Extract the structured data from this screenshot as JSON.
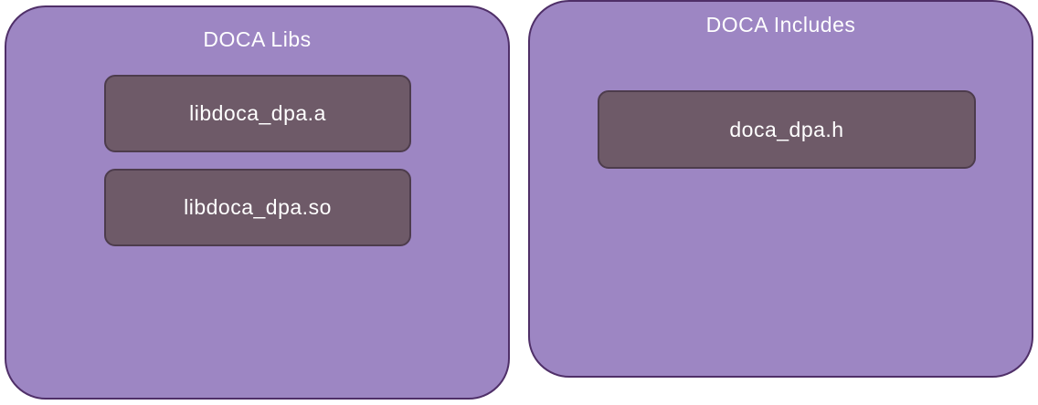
{
  "diagram": {
    "groups": [
      {
        "title": "DOCA Libs",
        "items": [
          "libdoca_dpa.a",
          "libdoca_dpa.so"
        ]
      },
      {
        "title": "DOCA Includes",
        "items": [
          "doca_dpa.h"
        ]
      }
    ]
  },
  "colors": {
    "container_fill": "#9d86c3",
    "container_border": "#4f2f68",
    "box_fill": "#6e5a68",
    "box_border": "#4d3c4c",
    "text": "#ffffff"
  }
}
